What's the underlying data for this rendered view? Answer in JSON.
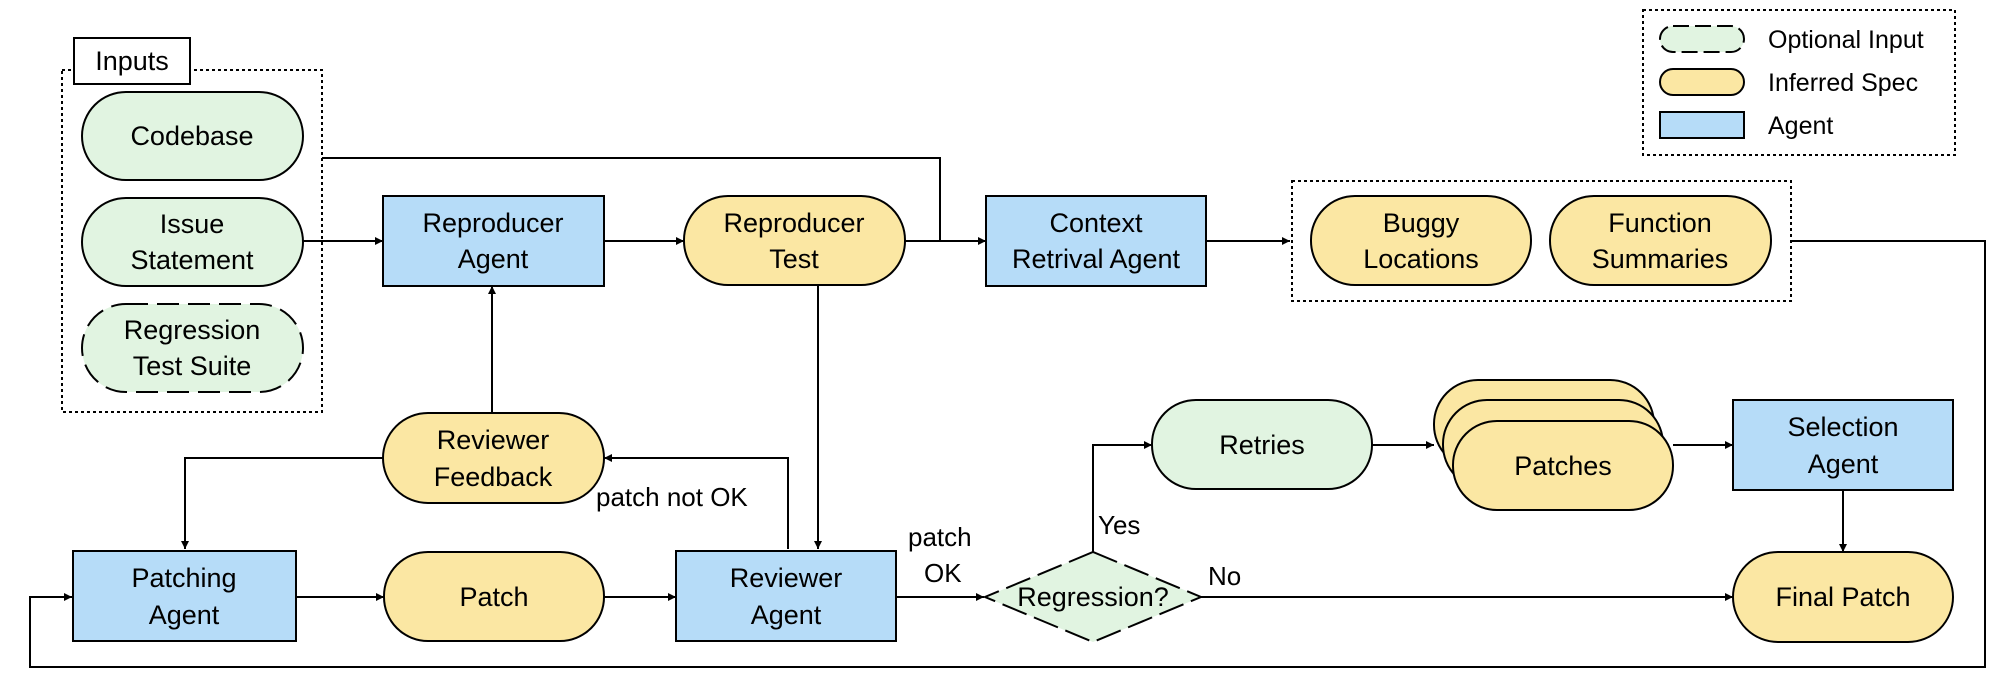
{
  "colors": {
    "optional_input": "#e1f4e1",
    "inferred_spec": "#fbe7a3",
    "agent": "#b6dcf8",
    "line": "#000000"
  },
  "legend": {
    "optional_input": "Optional Input",
    "inferred_spec": "Inferred Spec",
    "agent": "Agent"
  },
  "inputs": {
    "title": "Inputs",
    "codebase": "Codebase",
    "issue_statement": [
      "Issue",
      "Statement"
    ],
    "regression_test_suite": [
      "Regression",
      "Test Suite"
    ]
  },
  "nodes": {
    "reproducer_agent": [
      "Reproducer",
      "Agent"
    ],
    "reproducer_test": [
      "Reproducer",
      "Test"
    ],
    "context_retrieval_agent": [
      "Context",
      "Retrival Agent"
    ],
    "buggy_locations": [
      "Buggy",
      "Locations"
    ],
    "function_summaries": [
      "Function",
      "Summaries"
    ],
    "reviewer_feedback": [
      "Reviewer",
      "Feedback"
    ],
    "patching_agent": [
      "Patching",
      "Agent"
    ],
    "patch": "Patch",
    "reviewer_agent": [
      "Reviewer",
      "Agent"
    ],
    "regression_check": "Regression?",
    "retries": "Retries",
    "patches": "Patches",
    "selection_agent": [
      "Selection",
      "Agent"
    ],
    "final_patch": "Final Patch"
  },
  "edge_labels": {
    "patch_not_ok": "patch not OK",
    "patch_ok": [
      "patch",
      "OK"
    ],
    "yes": "Yes",
    "no": "No"
  }
}
